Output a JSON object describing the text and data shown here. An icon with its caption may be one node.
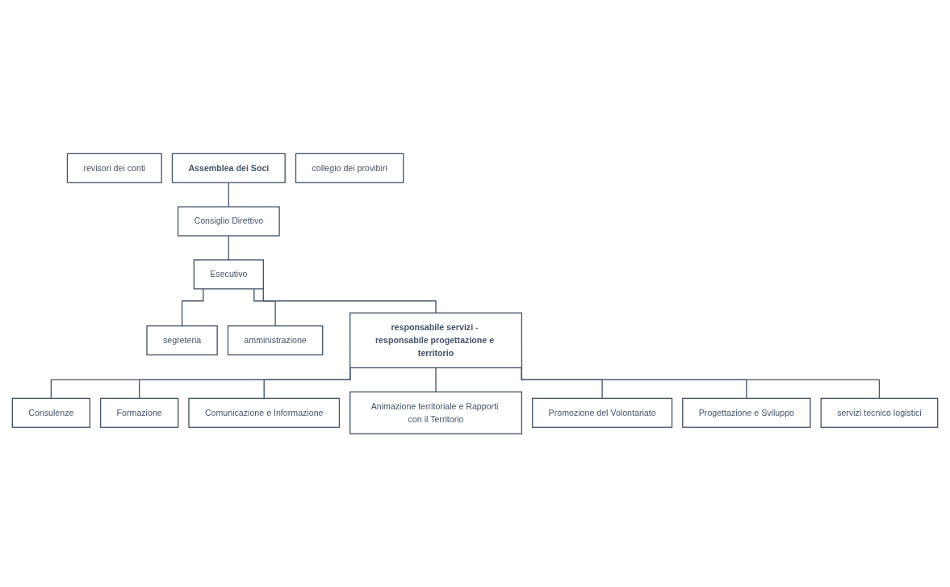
{
  "diagram": {
    "nodes": [
      {
        "text": [
          "revisori dei conti"
        ]
      },
      {
        "text": [
          "Assemblea dei Soci"
        ]
      },
      {
        "text": [
          "collegio dei provibiri"
        ]
      },
      {
        "text": [
          "Consiglio Direttivo"
        ]
      },
      {
        "text": [
          "segreteria"
        ]
      },
      {
        "text": [
          "Esecutivo"
        ]
      },
      {
        "text": [
          "amministrazione"
        ]
      },
      {
        "text": [
          "responsabile servizi - responsabile progettazione e territorio"
        ]
      },
      {
        "text": [
          "Consulenze"
        ]
      },
      {
        "text": [
          "Formazione"
        ]
      },
      {
        "text": [
          "Comunicazione e Informazione"
        ]
      },
      {
        "text": [
          "Animazione territoriale e Rapporti con il Territorio"
        ]
      },
      {
        "text": [
          "Promozione del Volontariato"
        ]
      },
      {
        "text": [
          "Progettazione e Sviluppo"
        ]
      },
      {
        "text": [
          "servizi tecnico logistici"
        ]
      }
    ],
    "edges": [
      {
        "from": 1,
        "to": 3,
        "arrow": "none"
      },
      {
        "from": 3,
        "to": 5,
        "arrow": "none"
      },
      {
        "from": 5,
        "to": 4,
        "arrow": "none"
      },
      {
        "from": 5,
        "to": 6,
        "arrow": "none"
      },
      {
        "from": 5,
        "to": 7,
        "arrow": "none"
      },
      {
        "from": 7,
        "to": 8,
        "arrow": "none"
      },
      {
        "from": 7,
        "to": 9,
        "arrow": "none"
      },
      {
        "from": 7,
        "to": 10,
        "arrow": "none"
      },
      {
        "from": 7,
        "to": 11,
        "arrow": "none"
      },
      {
        "from": 7,
        "to": 12,
        "arrow": "none"
      },
      {
        "from": 7,
        "to": 13,
        "arrow": "none"
      },
      {
        "from": 7,
        "to": 14,
        "arrow": "none"
      }
    ]
  }
}
